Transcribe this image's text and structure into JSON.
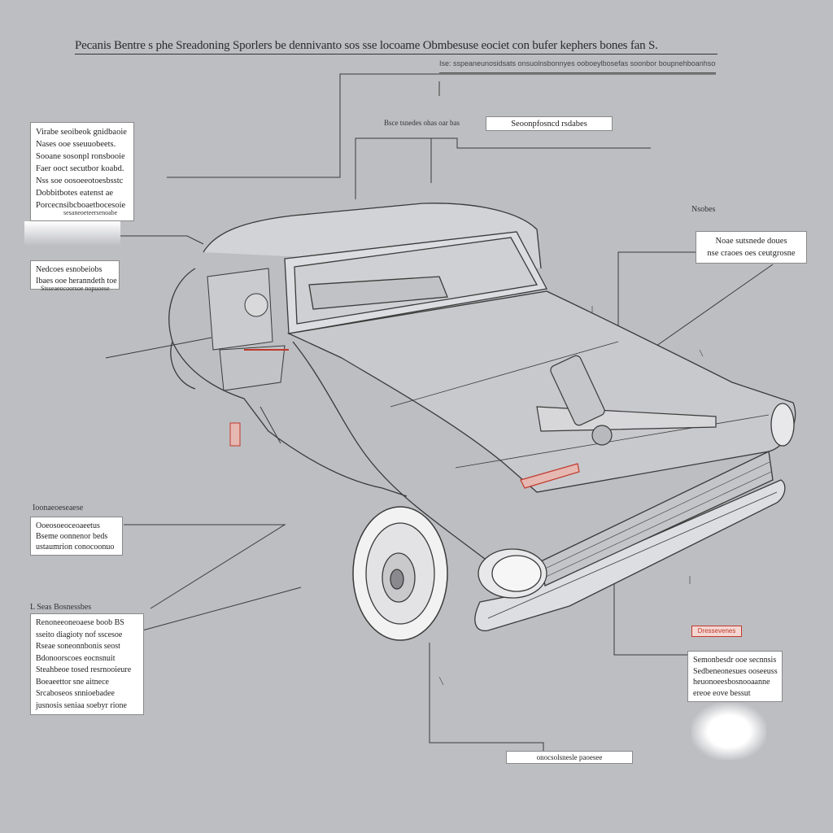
{
  "header": {
    "title": "Pecanis Bentre s phe Sreadoning Sporlers be dennivanto sos sse locoame  Obmbesuse eociet con bufer kephers bones fan S.",
    "subtitle": "Ise: sspeaneunosidsats onsuolnsbonnyes ooboeylbosefas soonbor boupnehboanhsosnes"
  },
  "callouts": {
    "top_left": [
      "Virabe seoibeok gnidbaoie",
      "Nases ooe sseuuobeets.",
      "Sooane sosonpl ronsbooie",
      "Faer ooct secutbor koabd.",
      "Nss soe oosoeeotoesbsstc",
      "Dobbitbotes eatenst ae",
      "Porcecnsibcboaetbocesoie"
    ],
    "top_left_tag": "sesaneoeteersenoabe",
    "mid_left": [
      "Nedcoes esnobeiobs",
      "Ibaes ooe heranndeth toe"
    ],
    "mid_left_tag": "Stsseaeocoorsoe nopuoese",
    "top_center_left": "Bsce tsnedes ohas oar bas",
    "top_center_box": "Seoonpfosncd rsdabes",
    "right_header": "Nsobes",
    "right_box": [
      "Noae sutsnede doues",
      "nse craoes oes ceutgrosne"
    ],
    "left_lower_header": "Ioonaeoeseaese",
    "left_lower_box": [
      "Ooeosoeoceoaeetus",
      "Bseme oonnenor beds",
      "ustaumrion conocoonuo"
    ],
    "bottom_left_header": "L Seas Bosnessbes",
    "bottom_left_box": [
      "Renoneeoneoaese boob BS",
      "sseito diagioty nof sscesoe",
      "Rseae soneonnbonis seost",
      "Bdonoorscoes eocnsnuit",
      "Steahbeoe tosed resrnooieure",
      "Boeaeettor sne aitnece",
      "Srcaboseos snnioebadee",
      "jusnosis seniaa soebyr rione"
    ],
    "bottom_right_tag": "Dressevenes",
    "bottom_right_box": [
      "Semonbesdr ooe secnnsis",
      "Sedbeneonesues ooseeuss",
      "heuonoeesbosnooaanne",
      "ereoe eove bessut"
    ],
    "bottom_center_tag": "onocsolsnesle paoesee"
  },
  "colors": {
    "background": "#bdbec2",
    "line": "#3a3a3a",
    "accent_red": "#c0392b"
  }
}
